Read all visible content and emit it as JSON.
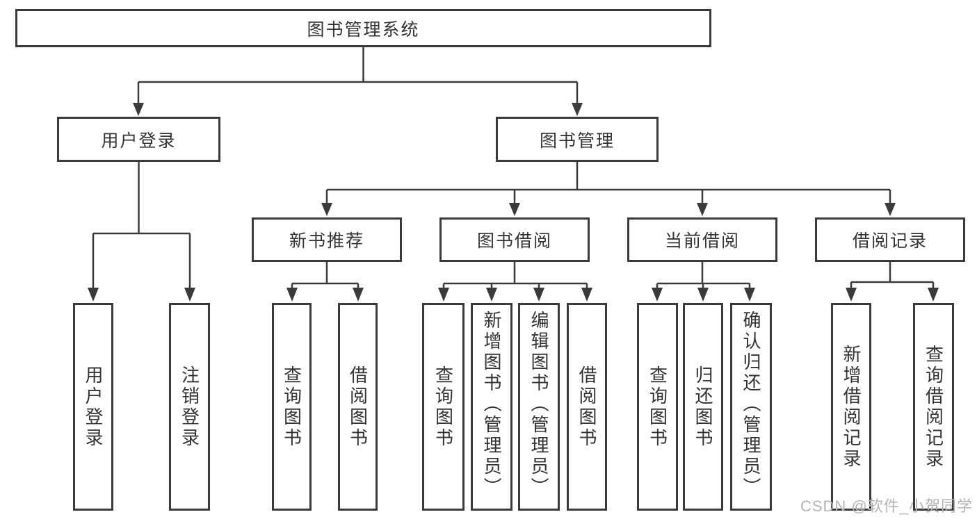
{
  "diagram": {
    "root": {
      "label": "图书管理系统"
    },
    "level2": [
      {
        "id": "user-login",
        "label": "用户登录"
      },
      {
        "id": "book-management",
        "label": "图书管理"
      }
    ],
    "level3": [
      {
        "id": "new-book-recommend",
        "label": "新书推荐"
      },
      {
        "id": "book-borrow",
        "label": "图书借阅"
      },
      {
        "id": "current-borrow",
        "label": "当前借阅"
      },
      {
        "id": "borrow-records",
        "label": "借阅记录"
      }
    ],
    "leaves": {
      "user": [
        "用户登录",
        "注销登录"
      ],
      "recommend": [
        "查询图书",
        "借阅图书"
      ],
      "borrow": [
        "查询图书",
        "新增图书（管理员）",
        "编辑图书（管理员）",
        "借阅图书"
      ],
      "current": [
        "查询图书",
        "归还图书",
        "确认归还（管理员）"
      ],
      "records": [
        "新增借阅记录",
        "查询借阅记录"
      ]
    },
    "colors": {
      "line": "#3a3a3a",
      "text": "#333333",
      "background": "#ffffff",
      "watermark_text": "#b3b3b3"
    }
  },
  "watermark": {
    "text": "CSDN @软件_小贺同学"
  }
}
